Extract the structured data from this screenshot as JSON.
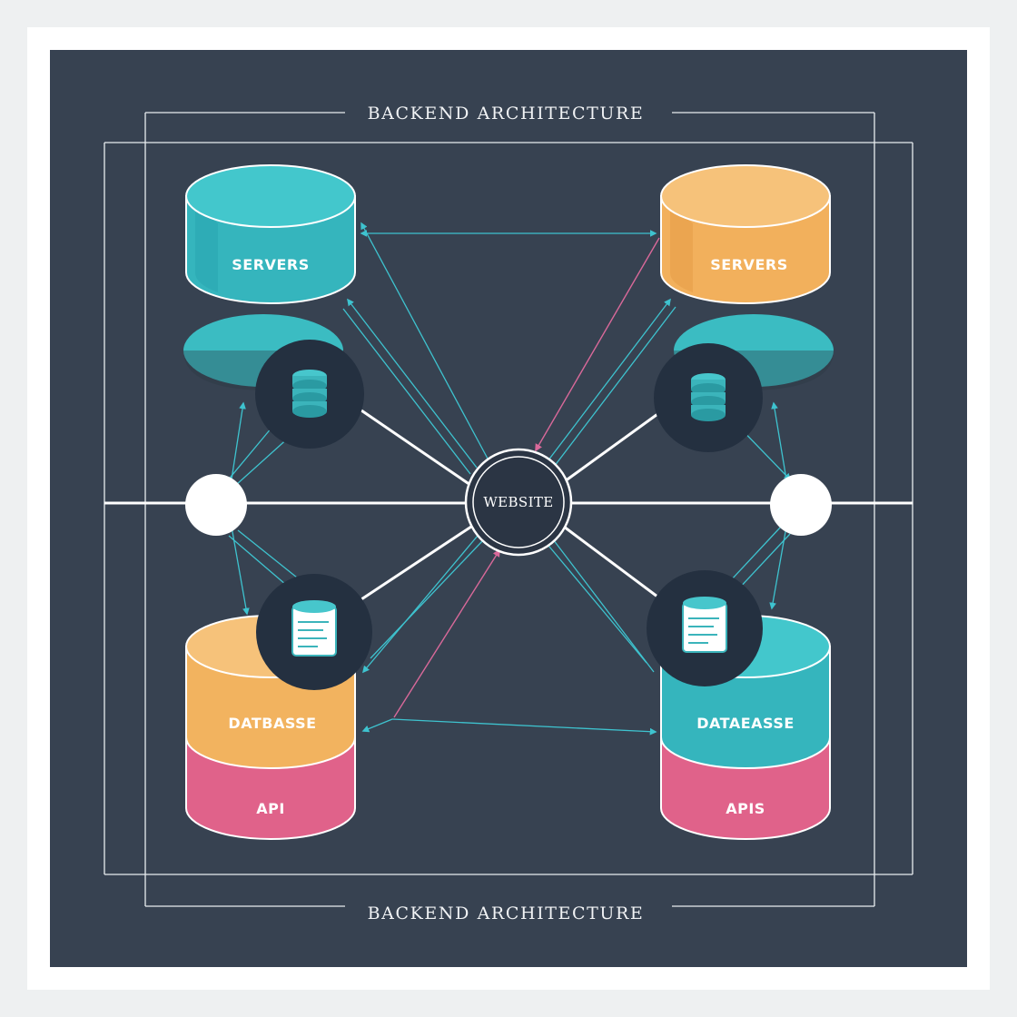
{
  "diagram": {
    "title_top": "BACKEND ARCHITECTURE",
    "title_bottom": "BACKEND ARCHITECTURE",
    "hub_label": "WEBSITE",
    "cylinders": {
      "top_left": {
        "label": "SERVERS",
        "color": "#3bbcc2"
      },
      "top_right": {
        "label": "SERVERS",
        "color": "#f2b35f"
      },
      "bottom_left": {
        "top_label": "DATBASSE",
        "bottom_label": "API",
        "top_color": "#f2b35f",
        "bottom_color": "#e0628a"
      },
      "bottom_right": {
        "top_label": "DATAEASSE",
        "bottom_label": "APIS",
        "top_color": "#3bbcc2",
        "bottom_color": "#e0628a"
      }
    },
    "colors": {
      "background": "#374251",
      "frame": "#ffffff",
      "connector_teal": "#3ec3cf",
      "connector_pink": "#d9699a",
      "node_dark": "#243040",
      "line_white": "#ffffff"
    },
    "icons": [
      "database-stack-icon",
      "database-stack-icon",
      "database-document-icon",
      "database-document-icon"
    ]
  }
}
